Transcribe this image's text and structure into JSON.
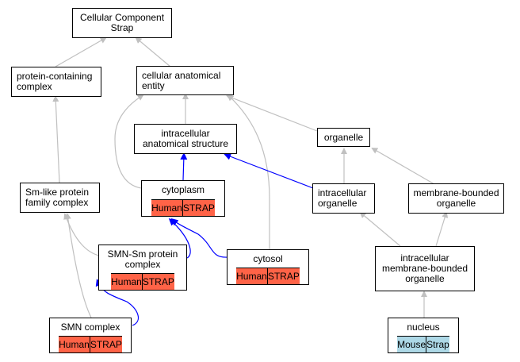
{
  "nodes": {
    "ccs": {
      "lines": [
        "Cellular Component",
        "Strap"
      ]
    },
    "pcc": {
      "lines": [
        "protein-containing",
        "complex"
      ]
    },
    "cae": {
      "lines": [
        "cellular anatomical",
        "entity"
      ]
    },
    "ias": {
      "lines": [
        "intracellular",
        "anatomical structure"
      ]
    },
    "org": {
      "lines": [
        "organelle"
      ]
    },
    "sml": {
      "lines": [
        "Sm-like protein",
        "family complex"
      ]
    },
    "cyt": {
      "lines": [
        "cytoplasm"
      ],
      "tags": [
        "Human",
        "STRAP"
      ]
    },
    "io": {
      "lines": [
        "intracellular",
        "organelle"
      ]
    },
    "mbo": {
      "lines": [
        "membrane-bounded",
        "organelle"
      ]
    },
    "smnsm": {
      "lines": [
        "SMN-Sm protein",
        "complex"
      ],
      "tags": [
        "Human",
        "STRAP"
      ]
    },
    "cytosol": {
      "lines": [
        "cytosol"
      ],
      "tags": [
        "Human",
        "STRAP"
      ]
    },
    "imbo": {
      "lines": [
        "intracellular",
        "membrane-bounded",
        "organelle"
      ]
    },
    "smn": {
      "lines": [
        "SMN complex"
      ],
      "tags": [
        "Human",
        "STRAP"
      ]
    },
    "nuc": {
      "lines": [
        "nucleus"
      ],
      "tags": [
        "Mouse",
        "Strap"
      ]
    }
  },
  "colors": {
    "is_a_edge": "#c0c0c0",
    "part_of_edge": "#0000ff",
    "annotated_human": "#ff6347",
    "annotated_mouse": "#add8e6"
  }
}
